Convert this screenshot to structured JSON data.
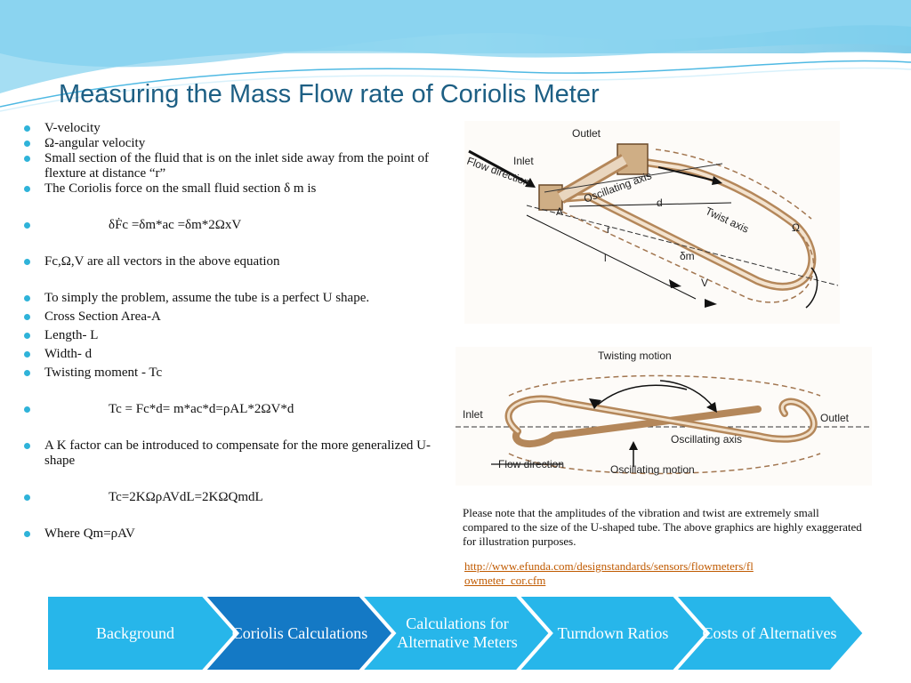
{
  "slide": {
    "title": "Measuring the Mass Flow rate of Coriolis Meter"
  },
  "bullets": [
    "V-velocity",
    "Ω-angular velocity",
    "Small section of the fluid that is on the inlet side away from the point of flexture at distance “r”",
    "The Coriolis force on the small fluid section  δ m is",
    "δḞc =δm*ac =δm*2ΩxV",
    "Fc,Ω,V are all vectors in the above equation",
    "To simply the problem, assume the tube is a perfect U shape.",
    "Cross Section Area-A",
    "Length- L",
    "Width- d",
    "Twisting moment - Tc",
    "Tc = Fc*d= m*ac*d=ρAL*2ΩV*d",
    "A K factor can be introduced to compensate for the more generalized U-shape",
    "Tc=2KΩρAVdL=2KΩQmdL",
    "Where Qm=ρAV"
  ],
  "figure_top": {
    "labels": {
      "outlet": "Outlet",
      "inlet": "Inlet",
      "flow_direction": "Flow direction",
      "oscillating_axis": "Oscillating axis",
      "twist_axis": "Twist axis",
      "a": "A",
      "d": "d",
      "r": "r",
      "l": "l",
      "dm": "δm",
      "v": "V",
      "omega": "Ω"
    }
  },
  "figure_bottom": {
    "labels": {
      "twisting_motion": "Twisting motion",
      "inlet": "Inlet",
      "outlet": "Outlet",
      "oscillating_axis": "Oscillating axis",
      "flow_direction": "Flow direction",
      "oscillating_motion": "Oscillating motion"
    }
  },
  "note": "Please note that the amplitudes of the vibration and twist are extremely small compared to the size of the U-shaped tube. The above graphics are highly exaggerated for illustration purposes.",
  "link": "http://www.efunda.com/designstandards/sensors/flowmeters/flowmeter_cor.cfm",
  "process": {
    "steps": [
      "Background",
      "Coriolis Calculations",
      "Calculations for Alternative Meters",
      "Turndown Ratios",
      "Costs of Alternatives"
    ],
    "active_index": 1
  },
  "colors": {
    "title": "#1d5f84",
    "bullet": "#2fb3d9",
    "step_light": "#27b6ea",
    "step_active": "#1479c5",
    "link": "#c05a00",
    "tube": "#b4875a"
  }
}
